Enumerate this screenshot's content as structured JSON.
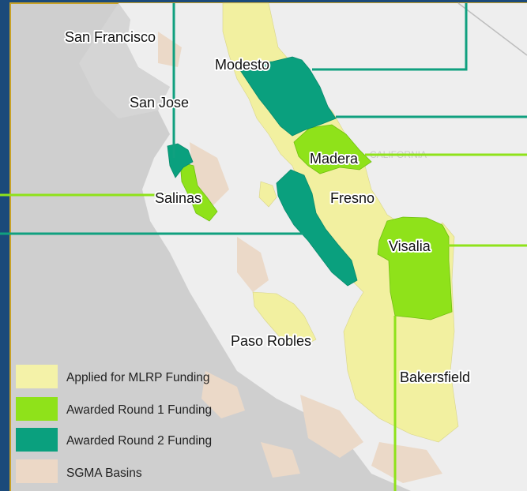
{
  "map": {
    "cities": [
      {
        "id": "san-francisco",
        "label": "San Francisco"
      },
      {
        "id": "modesto",
        "label": "Modesto"
      },
      {
        "id": "san-jose",
        "label": "San Jose"
      },
      {
        "id": "madera",
        "label": "Madera"
      },
      {
        "id": "salinas",
        "label": "Salinas"
      },
      {
        "id": "fresno",
        "label": "Fresno"
      },
      {
        "id": "visalia",
        "label": "Visalia"
      },
      {
        "id": "paso-robles",
        "label": "Paso Robles"
      },
      {
        "id": "bakersfield",
        "label": "Bakersfield"
      }
    ],
    "watermark": "CALIFORNIA",
    "colors": {
      "frame": "#1b4a7a",
      "border_gold": "#c9a227",
      "ocean": "#d0d0d0",
      "land": "#eeeeee",
      "applied": "#f2f0a0",
      "round1": "#8fe21a",
      "round2": "#0aa07e",
      "sgma": "#ebd9c8",
      "leader_teal": "#10a07f",
      "leader_green": "#8fe21a"
    }
  },
  "legend": {
    "items": [
      {
        "label": "Applied for MLRP Funding",
        "color": "#f4f2a8"
      },
      {
        "label": "Awarded Round 1 Funding",
        "color": "#8fe21a"
      },
      {
        "label": "Awarded Round 2 Funding",
        "color": "#0aa07e"
      },
      {
        "label": "SGMA Basins",
        "color": "#ecd8c6"
      }
    ]
  }
}
